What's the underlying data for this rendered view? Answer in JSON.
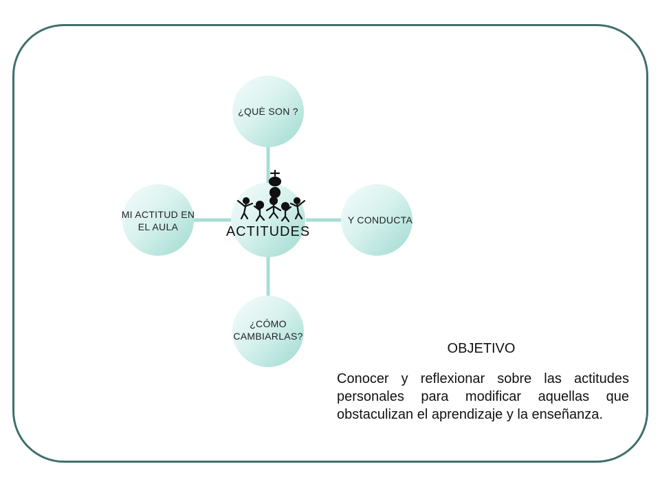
{
  "diagram": {
    "center": {
      "label": "ACTITUDES"
    },
    "nodes": {
      "top": "¿QUÈ SON ?",
      "right": "Y CONDUCTA",
      "bottom": "¿CÓMO CAMBIARLAS?",
      "left": "MI ACTITUD EN EL AULA"
    }
  },
  "objective": {
    "title": "OBJETIVO",
    "text": "Conocer y reflexionar sobre las actitudes personales para modificar aquellas que obstaculizan el aprendizaje y la enseñanza."
  },
  "colors": {
    "frame": "#3f6f6a",
    "connector": "#a9ddd6",
    "node_light": "#f2fbfa",
    "node_dark": "#a3ddd4"
  }
}
